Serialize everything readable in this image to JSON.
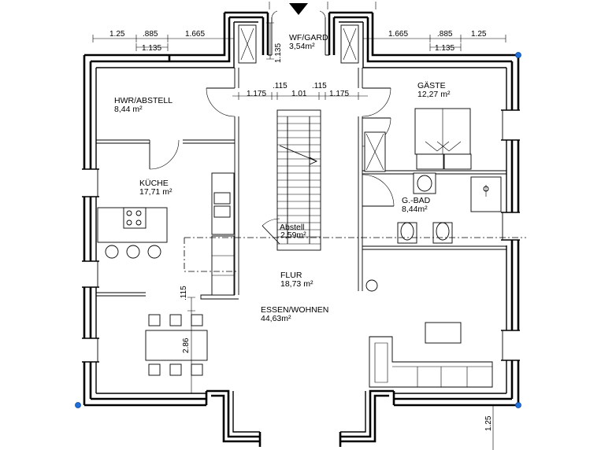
{
  "rooms": {
    "wf": {
      "name": "WF/GARD.",
      "area": "3,54m²"
    },
    "hwr": {
      "name": "HWR/ABSTELL",
      "area": "8,44 m²"
    },
    "gaeste": {
      "name": "GÄSTE",
      "area": "12,27 m²"
    },
    "kueche": {
      "name": "KÜCHE",
      "area": "17,71 m²"
    },
    "gbad": {
      "name": "G.-BAD",
      "area": "8,44m²"
    },
    "abstell": {
      "name": "Abstell",
      "area": "2,59m²"
    },
    "flur": {
      "name": "FLUR",
      "area": "18,73 m²"
    },
    "essen": {
      "name": "ESSEN/WOHNEN",
      "area": "44,63m²"
    }
  },
  "dimensions": {
    "top_left": [
      "1.25",
      ".885",
      "1.665"
    ],
    "top_left_sub": "1.135",
    "top_right": [
      "1.665",
      ".885",
      "1.25"
    ],
    "top_right_sub": "1.135",
    "wf_vertical": "1.135",
    "hall": [
      "1.175",
      ".115",
      "1.01",
      ".115",
      "1.175"
    ],
    "dining_small": ".115",
    "dining_table": "2.86",
    "bottom_right": "1.25"
  },
  "colors": {
    "line": "#000000",
    "grip": "#1e6fd9"
  }
}
